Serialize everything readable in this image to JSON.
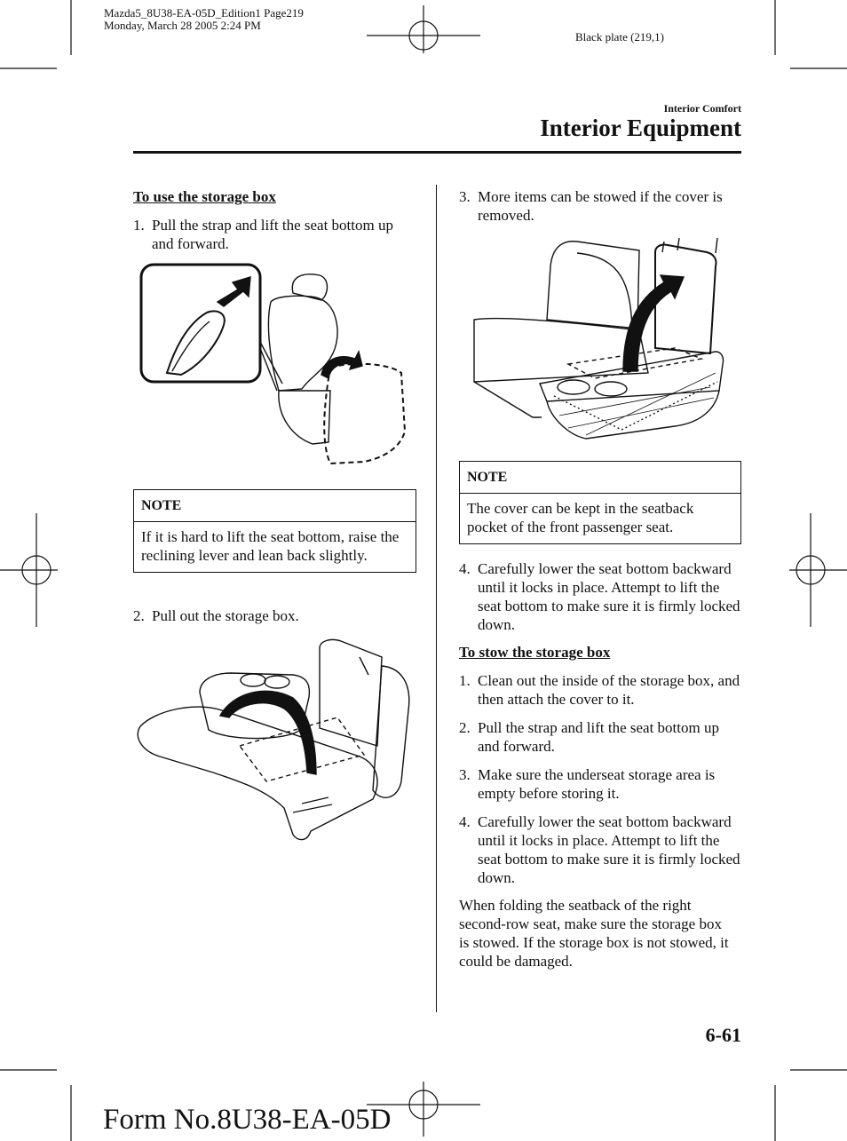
{
  "header": {
    "file_line1": "Mazda5_8U38-EA-05D_Edition1 Page219",
    "file_line2": "Monday, March 28 2005 2:24 PM",
    "plate": "Black plate (219,1)",
    "section": "Interior Comfort",
    "title": "Interior Equipment"
  },
  "left": {
    "heading": "To use the storage box",
    "step1": {
      "num": "1.",
      "text": "Pull the strap and lift the seat bottom up and forward."
    },
    "note": {
      "header": "NOTE",
      "body": "If it is hard to lift the seat bottom, raise the reclining lever and lean back slightly."
    },
    "step2": {
      "num": "2.",
      "text": "Pull out the storage box."
    }
  },
  "right": {
    "step3": {
      "num": "3.",
      "text": "More items can be stowed if the cover is removed."
    },
    "note": {
      "header": "NOTE",
      "body": "The cover can be kept in the seatback pocket of the front passenger seat."
    },
    "step4": {
      "num": "4.",
      "text": "Carefully lower the seat bottom backward until it locks in place. Attempt to lift the seat bottom to make sure it is firmly locked down."
    },
    "heading": "To stow the storage box",
    "stow_steps": [
      {
        "num": "1.",
        "text": "Clean out the inside of the storage box, and then attach the cover to it."
      },
      {
        "num": "2.",
        "text": "Pull the strap and lift the seat bottom up and forward."
      },
      {
        "num": "3.",
        "text": "Make sure the underseat storage area is empty before storing it."
      },
      {
        "num": "4.",
        "text": "Carefully lower the seat bottom backward until it locks in place. Attempt to lift the seat bottom to make sure it is firmly locked down."
      }
    ],
    "paragraph": "When folding the seatback of the right second-row seat, make sure the storage box is stowed. If the storage box is not stowed, it could be damaged."
  },
  "footer": {
    "page_number": "6-61",
    "form": "Form No.8U38-EA-05D"
  }
}
